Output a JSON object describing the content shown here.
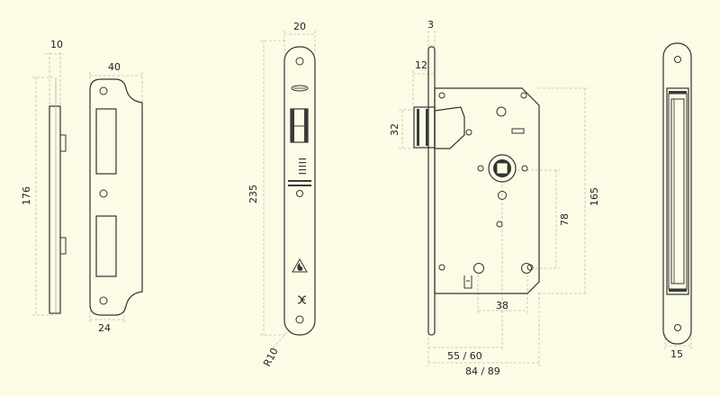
{
  "colors": {
    "background": "#fbfbe6",
    "outline": "#333333",
    "dimension_line": "#c8bfa6"
  },
  "view_strike": {
    "dim_top_thickness": "10",
    "dim_top_width": "40",
    "dim_height": "176",
    "dim_bottom": "24"
  },
  "view_faceplate": {
    "dim_width": "20",
    "dim_height": "235",
    "dim_radius": "R10",
    "icons": [
      "ce-mark-icon",
      "fire-rated-icon",
      "brand-logo-icon"
    ]
  },
  "view_lockcase": {
    "dim_plate": "3",
    "dim_latch_offset": "12",
    "dim_latch_height": "32",
    "dim_body_height": "165",
    "dim_spindle_to_key": "78",
    "dim_key_spacing": "38",
    "dim_backset": "55 / 60",
    "dim_total_depth": "84 / 89"
  },
  "view_side": {
    "dim_width": "15"
  }
}
